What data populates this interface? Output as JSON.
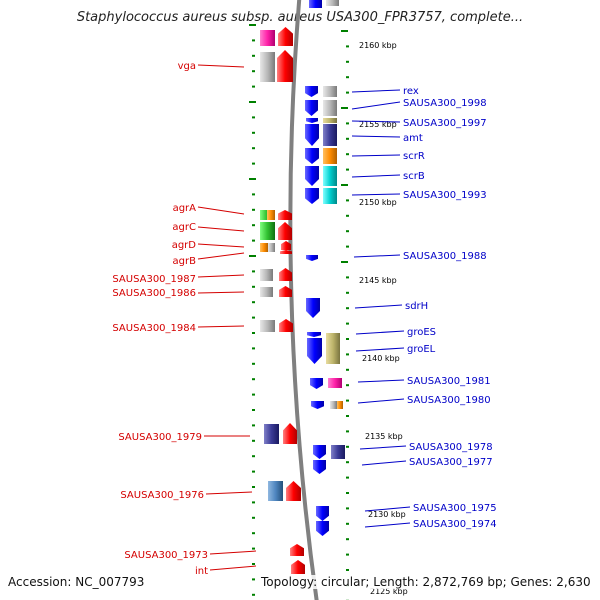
{
  "title": "Staphylococcus aureus subsp. aureus USA300_FPR3757, complete...",
  "accession_text": "Accession: NC_007793",
  "topology_text": "Topology: circular; Length: 2,872,769 bp; Genes: 2,630",
  "colors": {
    "left_label": "#d40000",
    "right_label": "#0000c8",
    "backbone": "#808080",
    "tick": "#008000",
    "forward_gene": "#ff0000",
    "reverse_gene": "#0000ff"
  },
  "scale_labels": [
    "2160 kbp",
    "2155 kbp",
    "2150 kbp",
    "2145 kbp",
    "2140 kbp",
    "2135 kbp",
    "2130 kbp",
    "2125 kbp"
  ],
  "left_labels": [
    "vga",
    "agrA",
    "agrC",
    "agrD",
    "agrB",
    "SAUSA300_1987",
    "SAUSA300_1986",
    "SAUSA300_1984",
    "SAUSA300_1979",
    "SAUSA300_1976",
    "SAUSA300_1973",
    "int"
  ],
  "right_labels": [
    "rex",
    "SAUSA300_1998",
    "SAUSA300_1997",
    "amt",
    "scrR",
    "scrB",
    "SAUSA300_1993",
    "SAUSA300_1988",
    "sdrH",
    "groES",
    "groEL",
    "SAUSA300_1981",
    "SAUSA300_1980",
    "SAUSA300_1978",
    "SAUSA300_1977",
    "SAUSA300_1975",
    "SAUSA300_1974"
  ]
}
